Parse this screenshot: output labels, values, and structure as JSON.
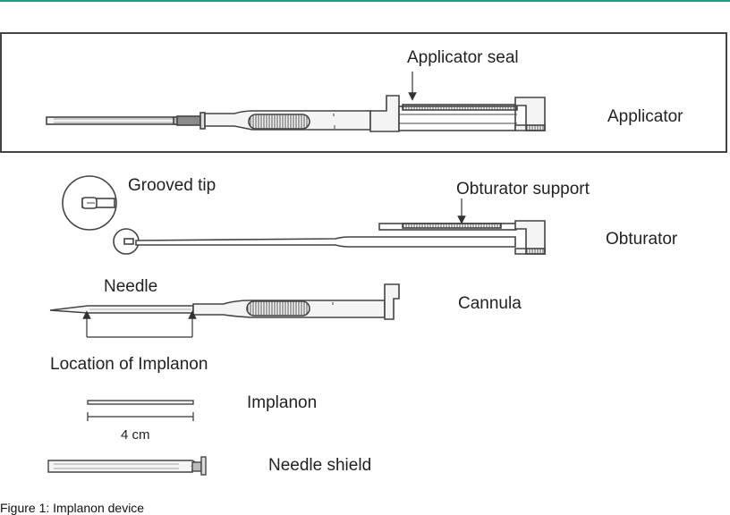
{
  "labels": {
    "applicator_seal": "Applicator seal",
    "applicator": "Applicator",
    "grooved_tip": "Grooved tip",
    "obturator_support": "Obturator support",
    "obturator": "Obturator",
    "needle": "Needle",
    "cannula": "Cannula",
    "location_of_implanon": "Location of Implanon",
    "implanon": "Implanon",
    "scale": "4 cm",
    "needle_shield": "Needle shield"
  },
  "caption": "Figure 1: Implanon device",
  "colors": {
    "accent_rule": "#1a9e86",
    "outline": "#444444",
    "fill_light": "#eeeeee",
    "fill_dark": "#9a9a9a"
  }
}
